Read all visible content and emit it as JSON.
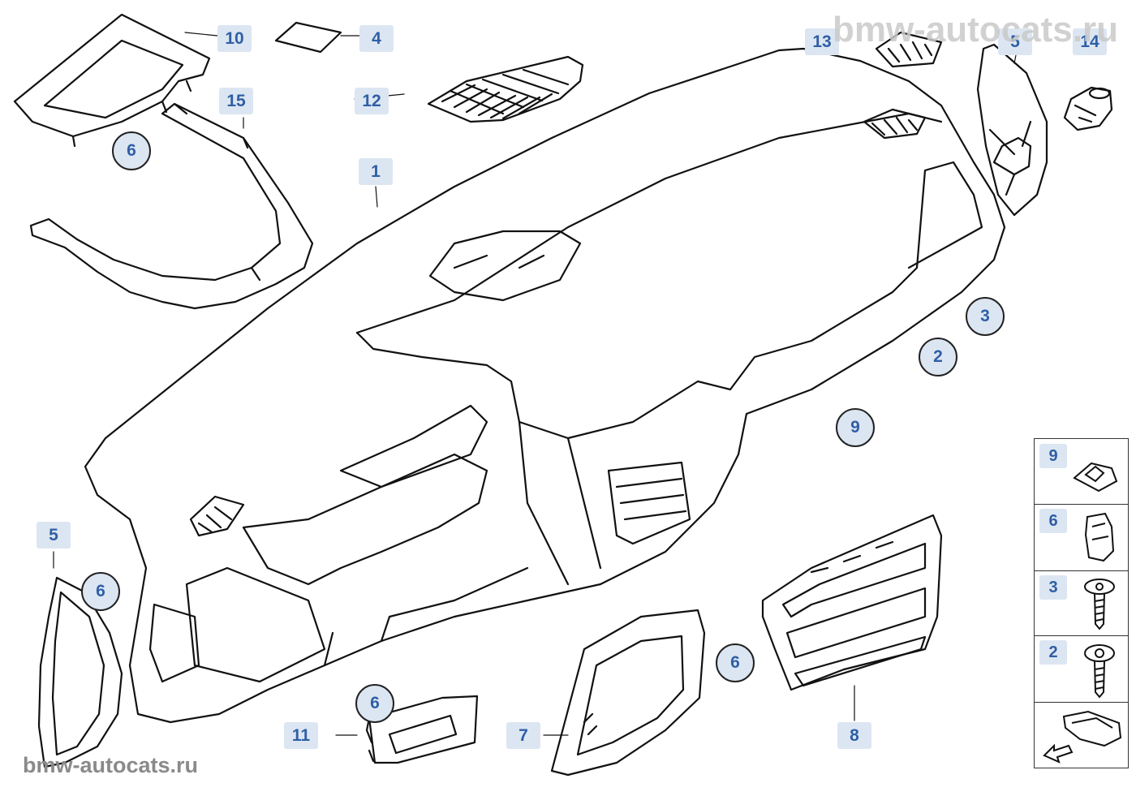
{
  "watermarks": {
    "top": "bmw-autocats.ru",
    "bottom": "bmw-autocats.ru"
  },
  "callouts": {
    "c1": "1",
    "c2": "2",
    "c3": "3",
    "c4": "4",
    "c5a": "5",
    "c5b": "5",
    "c6a": "6",
    "c6b": "6",
    "c6c": "6",
    "c6d": "6",
    "c7": "7",
    "c8": "8",
    "c9": "9",
    "c10": "10",
    "c11": "11",
    "c12": "12",
    "c13": "13",
    "c14": "14",
    "c15": "15"
  },
  "legend": [
    "9",
    "6",
    "3",
    "2"
  ]
}
